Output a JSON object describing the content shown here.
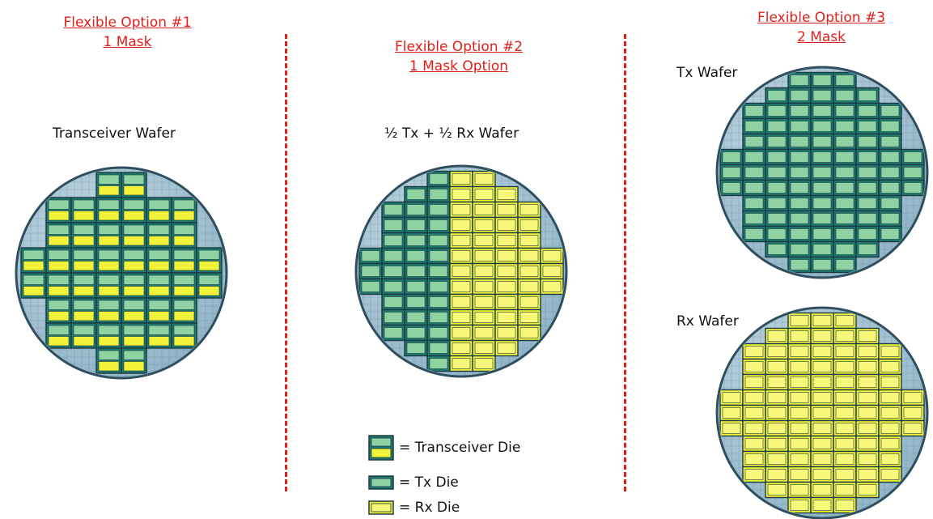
{
  "option1": {
    "title_line1": "Flexible Option #1",
    "title_line2": "1 Mask",
    "wafer_label": "Transceiver Wafer"
  },
  "option2": {
    "title_line1": "Flexible Option #2",
    "title_line2": "1 Mask Option",
    "wafer_label": "½ Tx + ½ Rx Wafer"
  },
  "option3": {
    "title_line1": "Flexible Option #3",
    "title_line2": "2 Mask",
    "tx_label": "Tx Wafer",
    "rx_label": "Rx Wafer"
  },
  "legend": {
    "transceiver": "= Transceiver Die",
    "tx": "= Tx Die",
    "rx": "= Rx Die"
  },
  "die_labels": {
    "tx": "Tx",
    "rx": "Rx"
  },
  "colors": {
    "title": "#e0201b",
    "divider": "#e0201b",
    "wafer": "#8fb3c7",
    "wafer_edge": "#2f4f5f",
    "tx_die": "#1f7a6e",
    "rx_die": "#f2f23a",
    "die_border": "#1b3a44"
  }
}
